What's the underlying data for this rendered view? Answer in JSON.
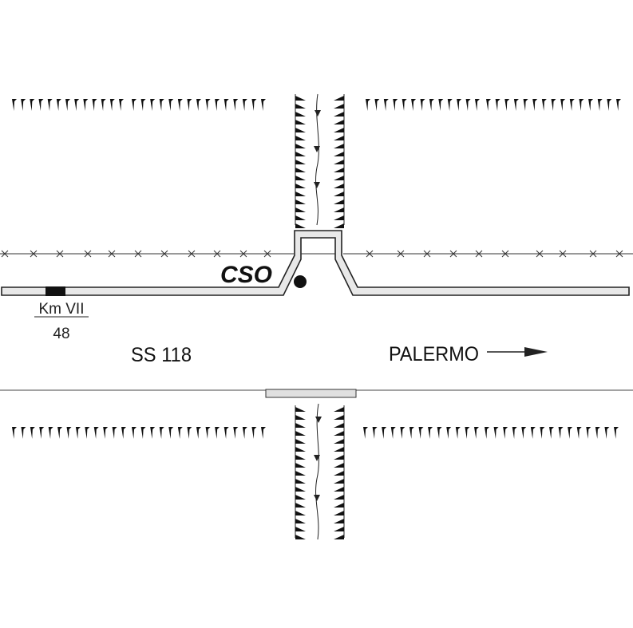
{
  "labels": {
    "cso": "CSO",
    "km_marker": "Km VII",
    "km_number": "48",
    "road": "SS 118",
    "destination": "PALERMO"
  },
  "colors": {
    "road_fill": "#e8e8e8",
    "line": "#222222",
    "marker": "#111111"
  },
  "icons": {
    "direction_arrow": "right-arrow-icon",
    "fence": "barbed-wire-icon",
    "vegetation": "tree-row-icon",
    "position": "dot-marker-icon"
  }
}
